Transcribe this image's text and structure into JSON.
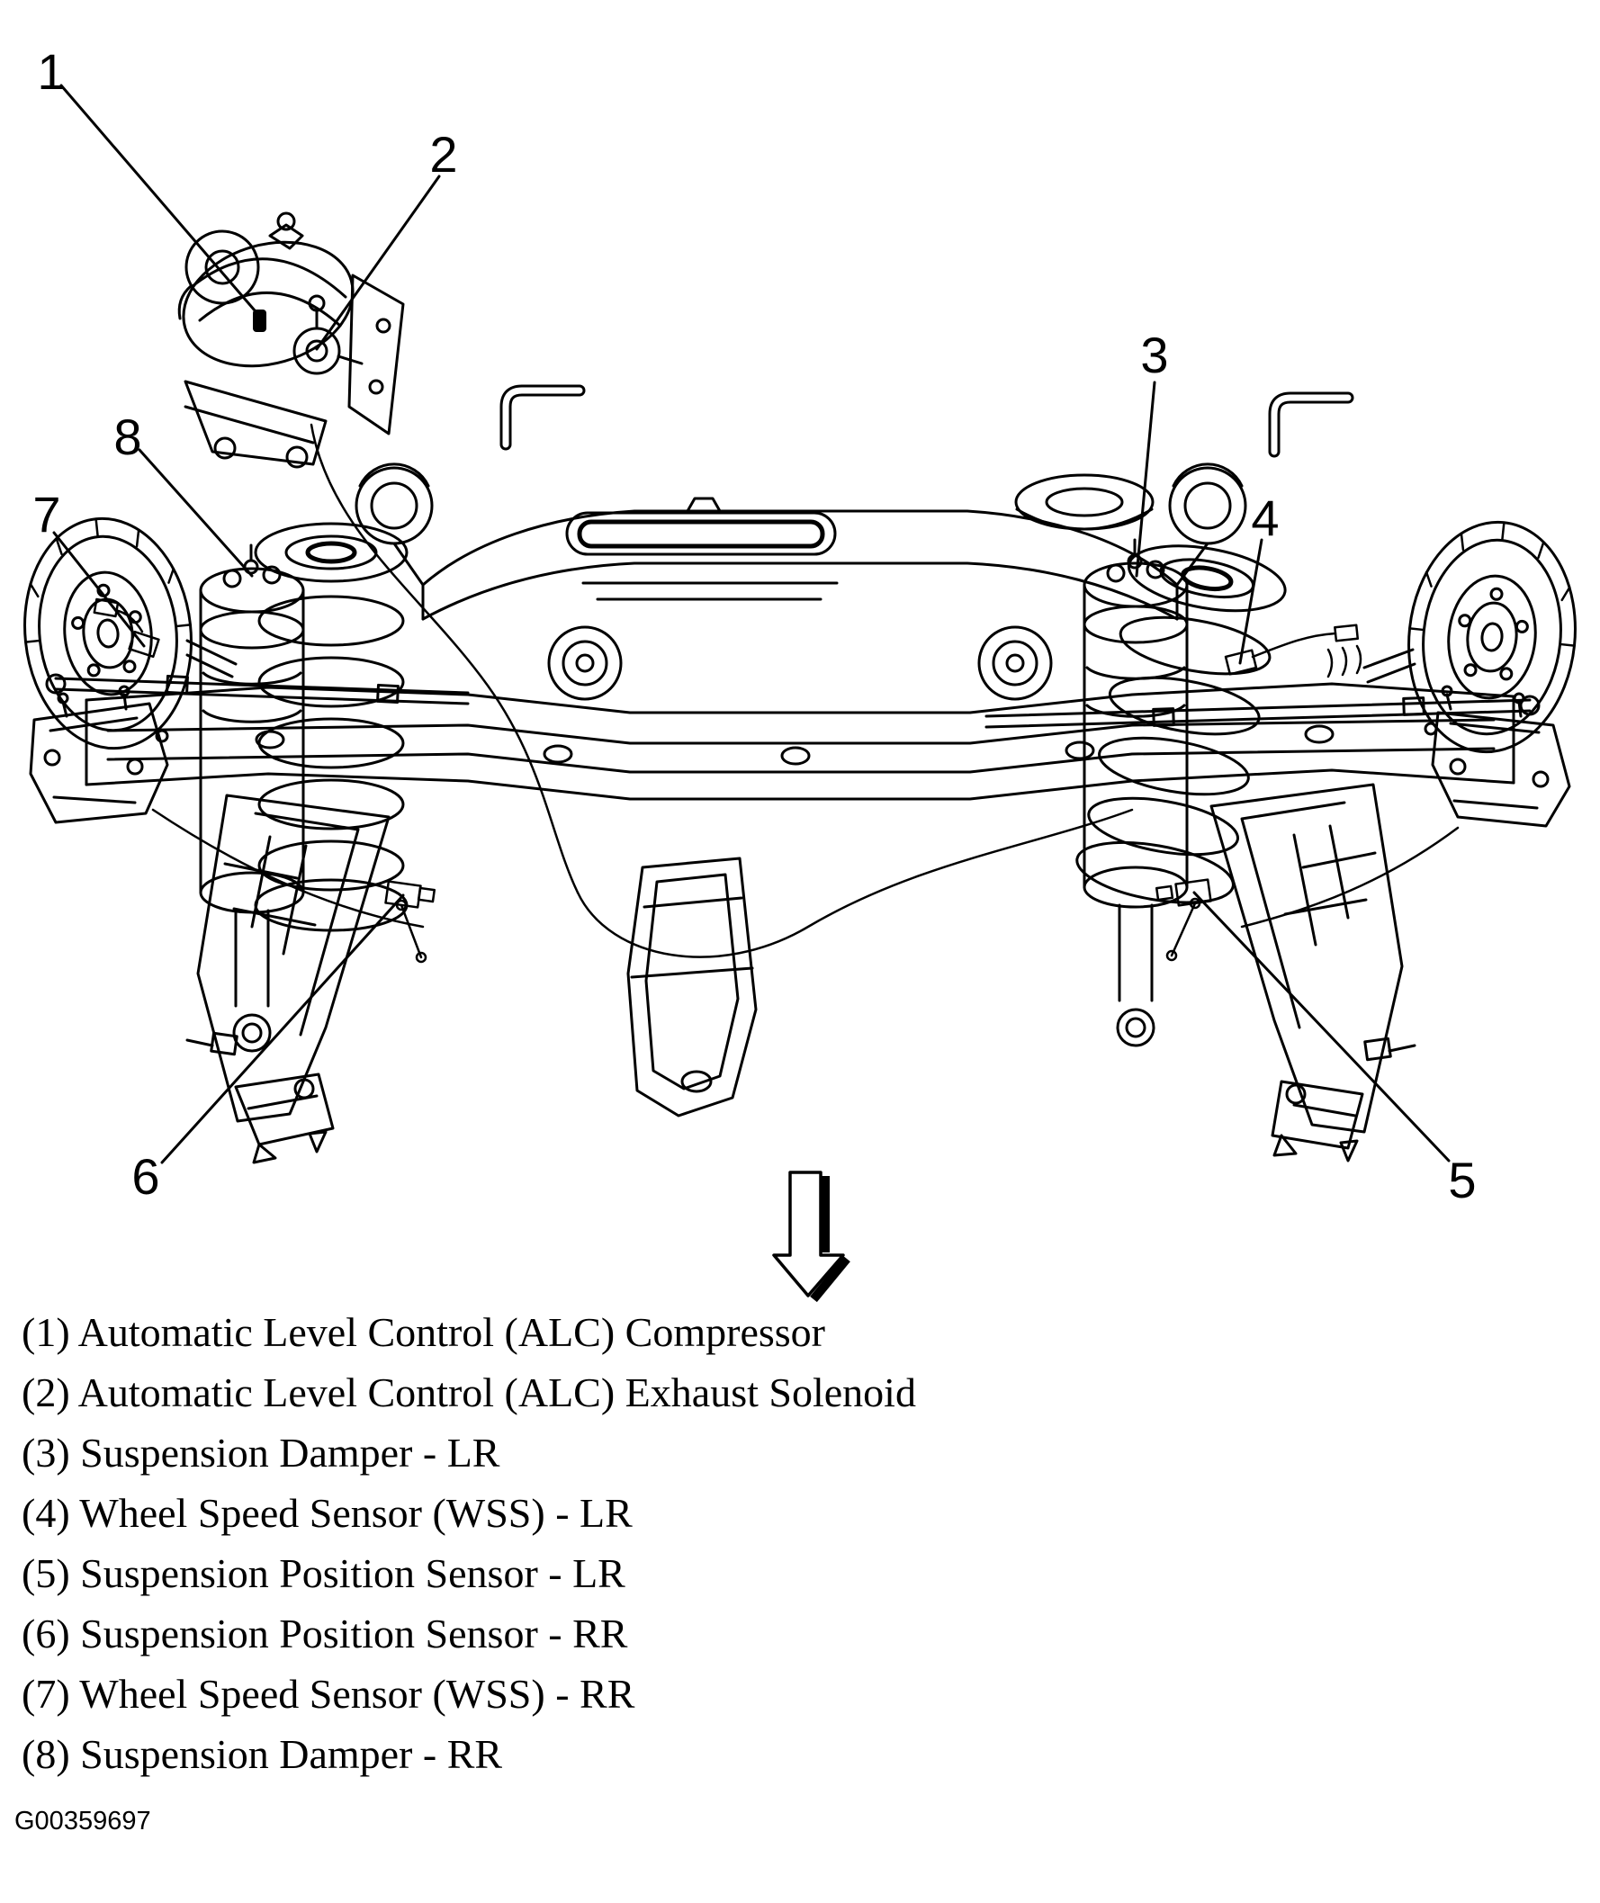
{
  "page": {
    "paper_color": "#ffffff",
    "ink_color": "#000000"
  },
  "callouts": [
    "1",
    "2",
    "3",
    "4",
    "5",
    "6",
    "7",
    "8"
  ],
  "legend": {
    "items": [
      "(1) Automatic Level Control (ALC) Compressor",
      "(2) Automatic Level Control (ALC) Exhaust Solenoid",
      "(3) Suspension Damper - LR",
      "(4) Wheel Speed Sensor (WSS) - LR",
      "(5) Suspension Position Sensor - LR",
      "(6) Suspension Position Sensor - RR",
      "(7) Wheel Speed Sensor (WSS) - RR",
      "(8) Suspension Damper - RR"
    ]
  },
  "figure_id": "G00359697",
  "icons": {
    "down_arrow": "⇩"
  }
}
